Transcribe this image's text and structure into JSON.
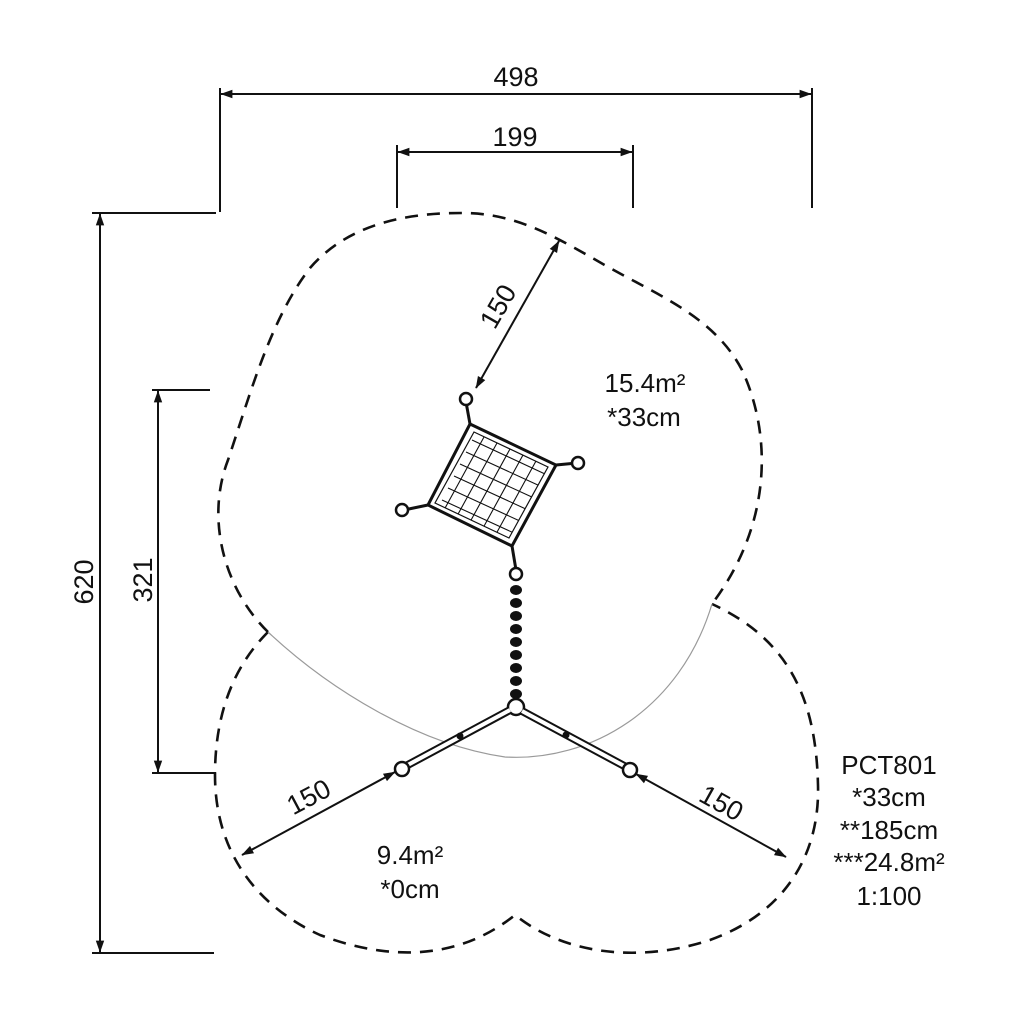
{
  "drawing": {
    "dimensions": {
      "overall_width": "498",
      "inner_width": "199",
      "overall_height": "620",
      "inner_height": "321",
      "safety_top": "150",
      "safety_left": "150",
      "safety_right": "150"
    },
    "zones": {
      "upper": {
        "area": "15.4m²",
        "fall_height": "*33cm"
      },
      "lower": {
        "area": "9.4m²",
        "fall_height": "*0cm"
      }
    },
    "spec": {
      "model": "PCT801",
      "fall_height": "*33cm",
      "free_height": "**185cm",
      "total_area": "***24.8m²",
      "scale": "1:100"
    },
    "colors": {
      "line": "#111111",
      "faint_line": "#9a9a9a",
      "background": "#ffffff"
    }
  }
}
